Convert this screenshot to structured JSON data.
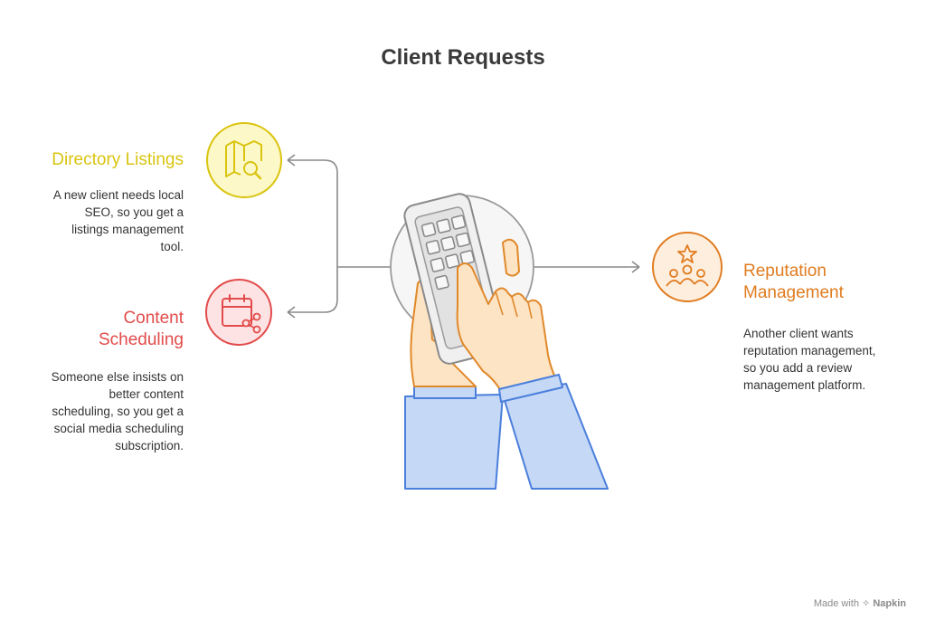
{
  "title": "Client Requests",
  "items": [
    {
      "heading_lines": [
        "Directory Listings"
      ],
      "description_lines": [
        "A new client needs local",
        "SEO, so you get a",
        "listings management",
        "tool."
      ],
      "color": "#d9c40f",
      "icon": "map-search-icon"
    },
    {
      "heading_lines": [
        "Content",
        "Scheduling"
      ],
      "description_lines": [
        "Someone else insists on",
        "better content",
        "scheduling, so you get a",
        "social media scheduling",
        "subscription."
      ],
      "color": "#e24b4b",
      "icon": "calendar-share-icon"
    },
    {
      "heading_lines": [
        "Reputation",
        "Management"
      ],
      "description_lines": [
        "Another client wants",
        "reputation management,",
        "so you add a review",
        "management platform."
      ],
      "color": "#e07c20",
      "icon": "team-star-icon"
    }
  ],
  "center_icon": "hands-holding-phone-icon",
  "footer": {
    "made_with": "Made with",
    "brand": "Napkin"
  }
}
